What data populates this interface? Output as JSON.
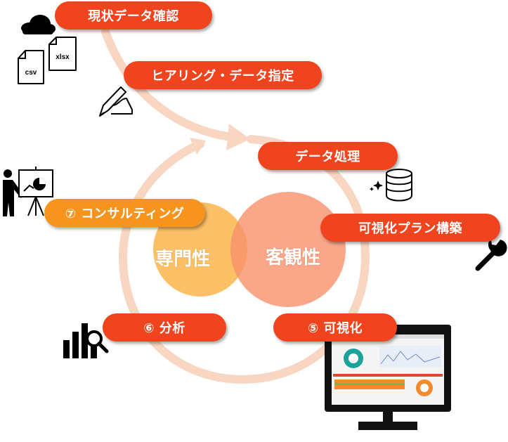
{
  "steps": {
    "s1": "現状データ確認",
    "s2": "ヒアリング・データ指定",
    "s3": "データ処理",
    "s4": "可視化プラン構築",
    "s5": "⑤ 可視化",
    "s6": "⑥ 分析",
    "s7": "⑦ コンサルティング"
  },
  "venn": {
    "left": "専門性",
    "right": "客観性"
  },
  "files": {
    "csv": "csv",
    "xlsx": "xlsx"
  },
  "colors": {
    "step_red": "#f0441e",
    "step_orange": "#f7941d",
    "arrow": "#f8d6c2",
    "venn_left": "#fbb040",
    "venn_right": "#f7906b"
  }
}
